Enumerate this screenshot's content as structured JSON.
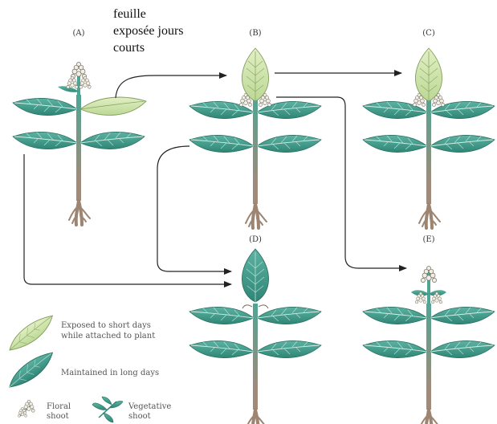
{
  "annotation": {
    "line1": "feuille",
    "line2": "exposée jours",
    "line3": "courts"
  },
  "plants": {
    "A": {
      "label": "(A)"
    },
    "B": {
      "label": "(B)"
    },
    "C": {
      "label": "(C)"
    },
    "D": {
      "label": "(D)"
    },
    "E": {
      "label": "(E)"
    }
  },
  "legend": {
    "short_day_line1": "Exposed to short days",
    "short_day_line2": "while attached to plant",
    "long_day": "Maintained in long days",
    "floral_line1": "Floral",
    "floral_line2": "shoot",
    "vegetative_line1": "Vegetative",
    "vegetative_line2": "shoot"
  },
  "colors": {
    "leaf_dark": "#3f9c8c",
    "leaf_light": "#cfe4a8",
    "stem_top": "#4fa594",
    "stem_bottom": "#a28a78",
    "root": "#9d8572",
    "arrow": "#222222"
  }
}
